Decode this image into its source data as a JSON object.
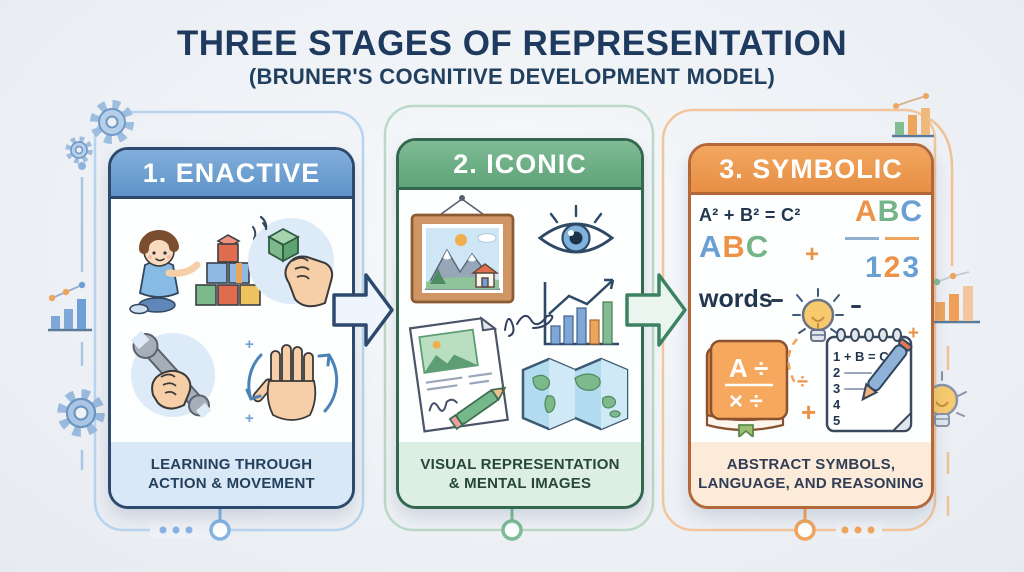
{
  "header": {
    "title": "THREE STAGES OF REPRESENTATION",
    "subtitle": "(BRUNER'S COGNITIVE DEVELOPMENT MODEL)"
  },
  "stages": [
    {
      "label": "1. ENACTIVE",
      "caption_line1": "LEARNING THROUGH",
      "caption_line2": "ACTION & MOVEMENT",
      "accent": "#5e93c9",
      "icons": [
        "child-building-blocks-icon",
        "hand-grasping-block-icon",
        "hand-holding-wrench-icon",
        "moving-hand-icon"
      ]
    },
    {
      "label": "2. ICONIC",
      "caption_line1": "VISUAL REPRESENTATION",
      "caption_line2": "& MENTAL IMAGES",
      "accent": "#5fa478",
      "icons": [
        "framed-picture-icon",
        "eye-icon",
        "growth-chart-icon",
        "document-sketch-icon",
        "signature-icon",
        "world-map-icon"
      ]
    },
    {
      "label": "3. SYMBOLIC",
      "caption_line1": "ABSTRACT SYMBOLS,",
      "caption_line2": "LANGUAGE, AND REASONING",
      "accent": "#e8924a",
      "icons": [
        "math-book-icon",
        "notepad-pen-icon",
        "lightbulb-icon"
      ]
    }
  ],
  "symbolic": {
    "equation": "A² + B² = C²",
    "abc_top": [
      "A",
      "B",
      "C"
    ],
    "abc_left": [
      "A",
      "B",
      "C"
    ],
    "numbers": [
      "1",
      "2",
      "3"
    ],
    "words": "words",
    "plus": "+",
    "divide": "÷",
    "smile": "‿",
    "book": {
      "line1": "A ÷",
      "line2": "× ÷"
    },
    "notepad": [
      "1 + B = C",
      "2",
      "3",
      "4",
      "5"
    ]
  },
  "colors": {
    "title": "#1e3a5e",
    "card1_border": "#2d4a6e",
    "card2_border": "#33684e",
    "card3_border": "#b4683a",
    "card1_footer_bg": "#d9e8f6",
    "card2_footer_bg": "#ddeee3",
    "card3_footer_bg": "#fcebd9",
    "arrow1": "#2d4a6e",
    "arrow2": "#3c8361"
  }
}
